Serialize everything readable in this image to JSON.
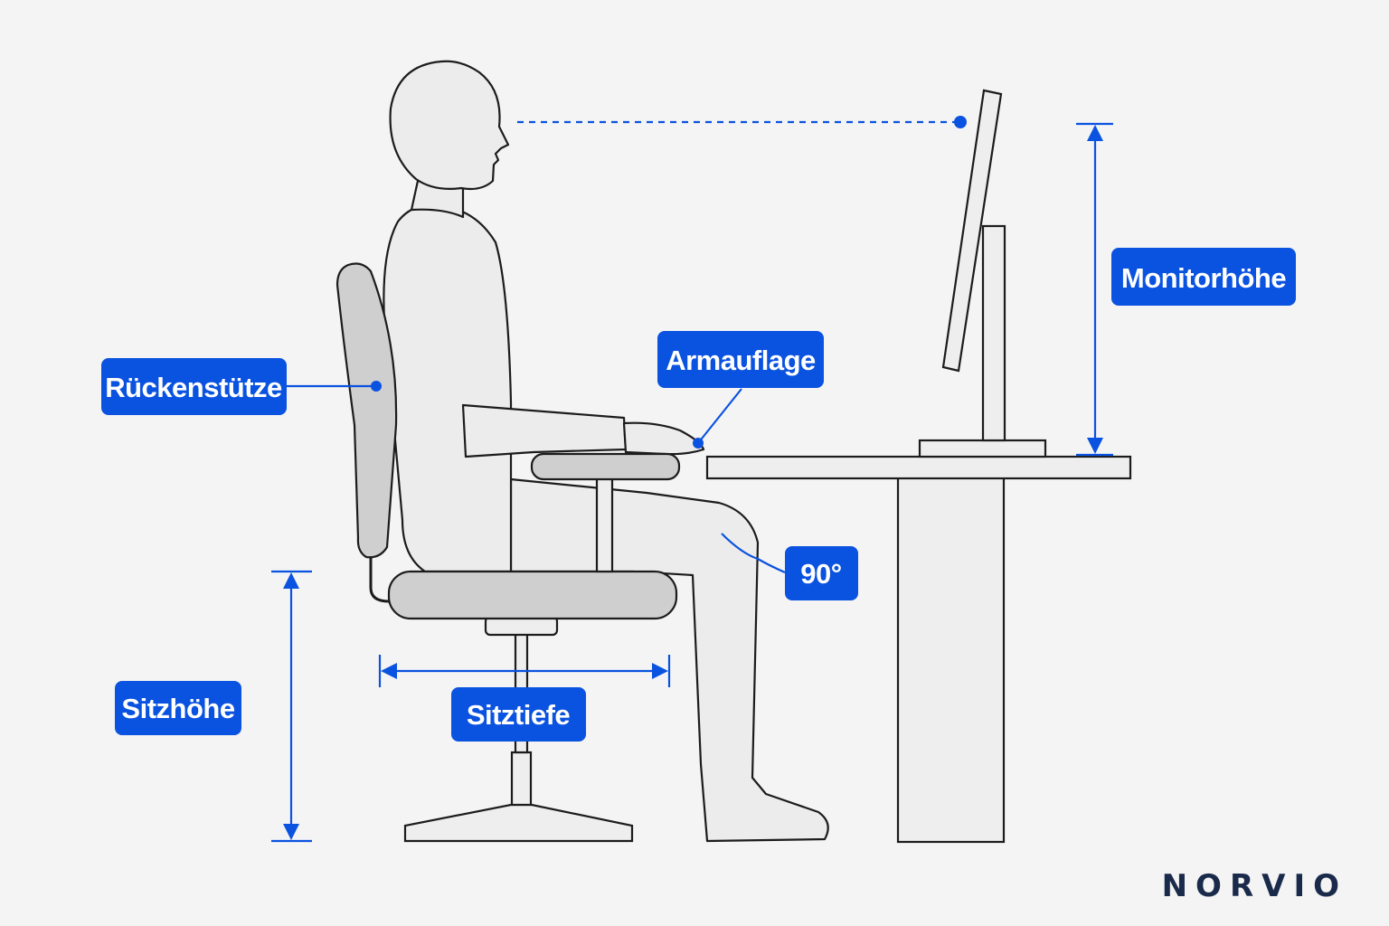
{
  "labels": {
    "backrest": "Rückenstütze",
    "armrest": "Armauflage",
    "monitor_height": "Monitorhöhe",
    "knee_angle": "90°",
    "seat_height": "Sitzhöhe",
    "seat_depth": "Sitztiefe"
  },
  "brand": {
    "logo": "NORVIO"
  },
  "colors": {
    "accent": "#0a52e0",
    "outline": "#1c1c1c",
    "chair_fill": "#cfcfcf",
    "furniture_fill": "#eeeeee",
    "body_fill": "#ececec",
    "background": "#f4f4f4",
    "logo": "#1a2a4a"
  },
  "icons": {
    "person": "seated-person-silhouette",
    "chair": "office-chair",
    "desk": "desk",
    "monitor": "monitor"
  }
}
